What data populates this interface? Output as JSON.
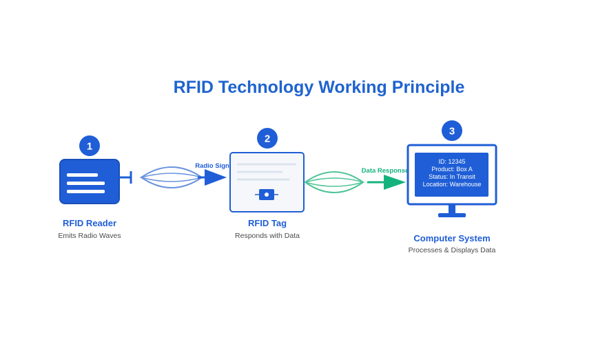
{
  "title": "RFID Technology Working Principle",
  "colors": {
    "primary": "#1f5ed6",
    "title": "#1f63cf",
    "wave_blue": "#6a93de",
    "wave_green": "#4fc497",
    "green": "#14b37d",
    "text_gray": "#4a4a4a",
    "tag_fill": "#f5f7fb"
  },
  "reader": {
    "step": "1",
    "label": "RFID Reader",
    "caption": "Emits Radio Waves"
  },
  "tag": {
    "step": "2",
    "label": "RFID Tag",
    "caption": "Responds with Data"
  },
  "computer": {
    "step": "3",
    "label": "Computer System",
    "caption": "Processes & Displays Data",
    "screen_lines": [
      "ID: 12345",
      "Product: Box A",
      "Status: In Transit",
      "Location: Warehouse"
    ]
  },
  "signals": {
    "radio": "Radio Signal",
    "response": "Data Response"
  }
}
